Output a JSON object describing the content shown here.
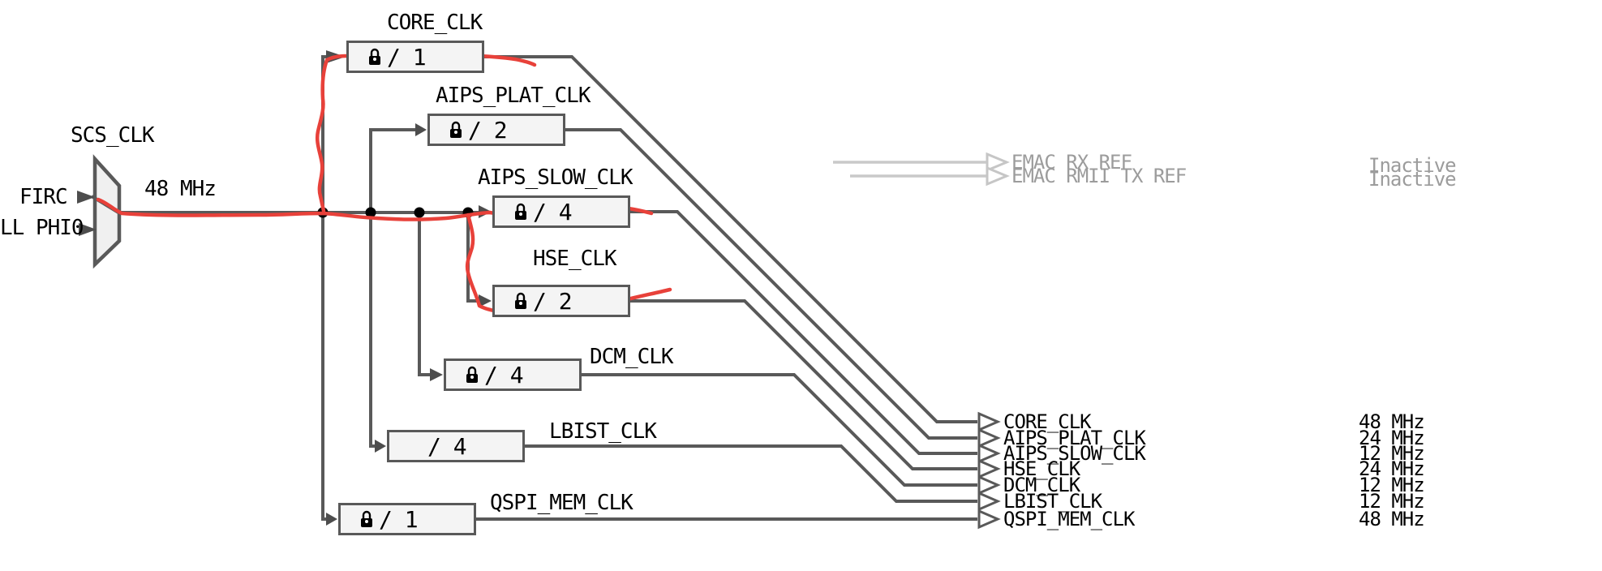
{
  "mux": {
    "label": "SCS_CLK",
    "inputs": [
      {
        "label": "FIRC"
      },
      {
        "label": "LL PHI0"
      }
    ],
    "selected_freq": "48 MHz"
  },
  "dividers": [
    {
      "name": "CORE_CLK",
      "value": "/ 1",
      "locked": true
    },
    {
      "name": "AIPS_PLAT_CLK",
      "value": "/ 2",
      "locked": true
    },
    {
      "name": "AIPS_SLOW_CLK",
      "value": "/ 4",
      "locked": true
    },
    {
      "name": "HSE_CLK",
      "value": "/ 2",
      "locked": true
    },
    {
      "name": "DCM_CLK",
      "value": "/ 4",
      "locked": true
    },
    {
      "name": "LBIST_CLK",
      "value": "/ 4",
      "locked": false
    },
    {
      "name": "QSPI_MEM_CLK",
      "value": "/ 1",
      "locked": true
    }
  ],
  "outputs": [
    {
      "label": "CORE_CLK",
      "freq": "48 MHz"
    },
    {
      "label": "AIPS_PLAT_CLK",
      "freq": "24 MHz"
    },
    {
      "label": "AIPS_SLOW_CLK",
      "freq": "12 MHz"
    },
    {
      "label": "HSE_CLK",
      "freq": "24 MHz"
    },
    {
      "label": "DCM_CLK",
      "freq": "12 MHz"
    },
    {
      "label": "LBIST_CLK",
      "freq": "12 MHz"
    },
    {
      "label": "QSPI_MEM_CLK",
      "freq": "48 MHz"
    }
  ],
  "inactive_outputs": [
    {
      "label": "EMAC RX REF",
      "status": "Inactive"
    },
    {
      "label": "EMAC RMII TX REF",
      "status": "Inactive"
    }
  ],
  "colors": {
    "wire": "#595959",
    "arrow_fill": "#4d4d4d",
    "box_fill": "#f4f4f4",
    "inactive_text": "#9c9c9c",
    "inactive_wire": "#c9c9c9",
    "annotation_red": "#e8413a"
  }
}
